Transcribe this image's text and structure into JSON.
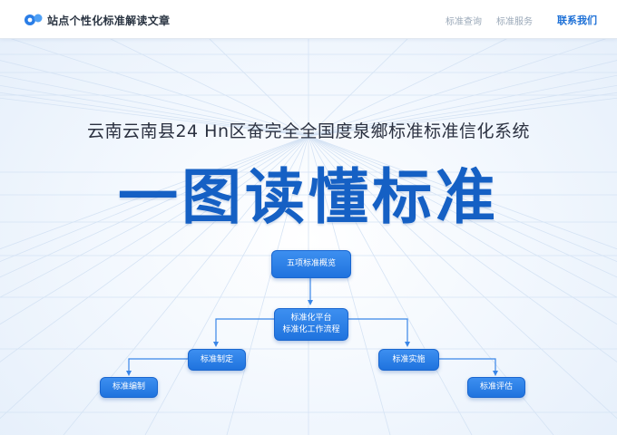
{
  "header": {
    "brand": "站点个性化标准解读文章",
    "nav": [
      "标准查询",
      "标准服务"
    ],
    "cta": "联系我们"
  },
  "hero": {
    "subtitle": "云南云南县24 Hn区奋完全全国度泉鄉标准标准信化系统",
    "title": "一图读懂标准"
  },
  "flow": {
    "top": "五项标准概览",
    "mid_line1": "标准化平台",
    "mid_line2": "标准化工作流程",
    "left": "标准制定",
    "right": "标准实施",
    "left_child": "标准编制",
    "right_child": "标准评估"
  },
  "colors": {
    "accent": "#1560c4",
    "node": "#2a7de6"
  }
}
